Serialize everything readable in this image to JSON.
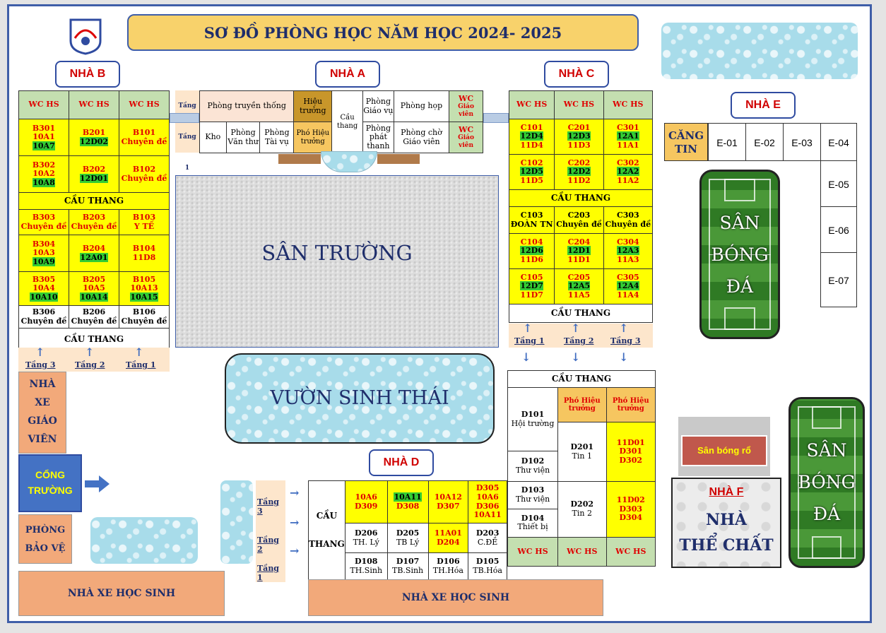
{
  "title": "SƠ ĐỒ PHÒNG HỌC NĂM HỌC 2024- 2025",
  "labels": {
    "b": "NHÀ B",
    "a": "NHÀ A",
    "c": "NHÀ C",
    "d": "NHÀ D",
    "e": "NHÀ E",
    "f": "NHÀ F"
  },
  "big": {
    "san_truong": "SÂN TRƯỜNG",
    "vuon": "VƯỜN SINH THÁI",
    "nha_xe_hs": "NHÀ XE HỌC SINH",
    "nha_xe_gv": [
      "NHÀ",
      "XE",
      "GIÁO",
      "VIÊN"
    ],
    "cong": [
      "CỔNG",
      "TRƯỜNG"
    ],
    "bao_ve": [
      "PHÒNG",
      "BẢO VỆ"
    ],
    "field_lines": [
      "SÂN",
      "BÓNG",
      "ĐÁ"
    ],
    "san_bong_ro": "Sân bóng rổ",
    "nha_the_chat": [
      "NHÀ",
      "THỂ CHẤT"
    ],
    "cang_tin": [
      "CĂNG",
      "TIN"
    ]
  },
  "common": {
    "wc": "WC HS",
    "cau_thang": "CẦU THANG",
    "tang1": "Tầng 1",
    "tang2": "Tầng 2",
    "tang3": "Tầng 3",
    "cau": "CẦU",
    "thang": "THANG",
    "chuyen_de": "Chuyên đề"
  },
  "nha_b": [
    [
      {
        "n": "B301",
        "c": [
          "10A1"
        ],
        "h": [
          "10A7"
        ]
      },
      {
        "n": "B201",
        "c": [],
        "h": [
          "12D02"
        ]
      },
      {
        "n": "B101",
        "c": [
          "Chuyên đề"
        ],
        "h": []
      }
    ],
    [
      {
        "n": "B302",
        "c": [
          "10A2"
        ],
        "h": [
          "10A8"
        ]
      },
      {
        "n": "B202",
        "c": [],
        "h": [
          "12D01"
        ]
      },
      {
        "n": "B102",
        "c": [
          "Chuyên đề"
        ],
        "h": []
      }
    ],
    [
      {
        "n": "B303",
        "c": [
          "Chuyên đề"
        ],
        "h": []
      },
      {
        "n": "B203",
        "c": [
          "Chuyên đề"
        ],
        "h": []
      },
      {
        "n": "B103",
        "c": [
          "Y TẾ"
        ],
        "h": []
      }
    ],
    [
      {
        "n": "B304",
        "c": [
          "10A3"
        ],
        "h": [
          "10A9"
        ]
      },
      {
        "n": "B204",
        "c": [],
        "h": [
          "12A01"
        ]
      },
      {
        "n": "B104",
        "c": [
          "11D8"
        ],
        "h": []
      }
    ],
    [
      {
        "n": "B305",
        "c": [
          "10A4"
        ],
        "h": [
          "10A10"
        ]
      },
      {
        "n": "B205",
        "c": [
          "10A5"
        ],
        "h": [
          "10A14"
        ]
      },
      {
        "n": "B105",
        "c": [
          "10A13"
        ],
        "h": [
          "10A15"
        ]
      }
    ],
    [
      {
        "n": "B306",
        "c": [
          "Chuyên đề"
        ],
        "h": []
      },
      {
        "n": "B206",
        "c": [
          "Chuyên đề"
        ],
        "h": []
      },
      {
        "n": "B106",
        "c": [
          "Chuyên đề"
        ],
        "h": []
      }
    ]
  ],
  "nha_a": {
    "row2": [
      "Phòng truyền thống",
      "Hiệu trưởng",
      "Phòng Giáo vụ",
      "Phòng họp",
      "WC",
      "Giáo viên"
    ],
    "row1": [
      "Kho",
      "Phòng Văn thư",
      "Phòng Tài vụ",
      "Phó Hiệu trưởng",
      "Phòng phát thanh",
      "Phòng chờ Giáo viên",
      "WC",
      "Giáo viên"
    ],
    "cau_thang": "Cầu thang"
  },
  "nha_c": [
    [
      {
        "n": "C101",
        "h": "12D4",
        "c": "11D4"
      },
      {
        "n": "C201",
        "h": "12D3",
        "c": "11D3"
      },
      {
        "n": "C301",
        "h": "12A1",
        "c": "11A1"
      }
    ],
    [
      {
        "n": "C102",
        "h": "12D5",
        "c": "11D5"
      },
      {
        "n": "C202",
        "h": "12D2",
        "c": "11D2"
      },
      {
        "n": "C302",
        "h": "12A2",
        "c": "11A2"
      }
    ],
    [
      {
        "n": "C103",
        "h": "",
        "c": "ĐOÀN TN"
      },
      {
        "n": "C203",
        "h": "",
        "c": "Chuyên đề"
      },
      {
        "n": "C303",
        "h": "",
        "c": "Chuyên đề"
      }
    ],
    [
      {
        "n": "C104",
        "h": "12D6",
        "c": "11D6"
      },
      {
        "n": "C204",
        "h": "12D1",
        "c": "11D1"
      },
      {
        "n": "C304",
        "h": "12A3",
        "c": "11A3"
      }
    ],
    [
      {
        "n": "C105",
        "h": "12D7",
        "c": "11D7"
      },
      {
        "n": "C205",
        "h": "12A5",
        "c": "11A5"
      },
      {
        "n": "C305",
        "h": "12A4",
        "c": "11A4"
      }
    ]
  ],
  "nha_e": [
    "E-01",
    "E-02",
    "E-03",
    "E-04",
    "E-05",
    "E-06",
    "E-07"
  ],
  "nha_f_block": {
    "pho_ht": "Phó Hiệu trưởng",
    "d101": "D101",
    "hoi_truong": "Hội trường",
    "d102": "D102",
    "thu_vien": "Thư viện",
    "d103": "D103",
    "thu_vien2": "Thư viện",
    "d104": "D104",
    "thiet_bi": "Thiết bị",
    "d201": "D201",
    "tin1": "Tin 1",
    "d202": "D202",
    "tin2": "Tin 2",
    "right_top": [
      "11D01",
      "D301",
      "D302"
    ],
    "right_bot": [
      "11D02",
      "D303",
      "D304"
    ]
  },
  "nha_d": {
    "top": [
      {
        "a": "10A6",
        "b": "D309"
      },
      {
        "a": "10A11",
        "b": "D308"
      },
      {
        "a": "10A12",
        "b": "D307"
      },
      {
        "a": "D305",
        "b": "10A6",
        "c": "D306",
        "d": "10A11"
      }
    ],
    "mid": [
      {
        "a": "D206",
        "b": "TH. Lý"
      },
      {
        "a": "D205",
        "b": "TB Lý"
      },
      {
        "a": "11A01",
        "b": "D204"
      },
      {
        "a": "D203",
        "b": "C.ĐỀ"
      }
    ],
    "bot": [
      {
        "a": "D108",
        "b": "TH.Sinh"
      },
      {
        "a": "D107",
        "b": "TB.Sinh"
      },
      {
        "a": "D106",
        "b": "TH.Hóa"
      },
      {
        "a": "D105",
        "b": "TB.Hóa"
      }
    ]
  }
}
